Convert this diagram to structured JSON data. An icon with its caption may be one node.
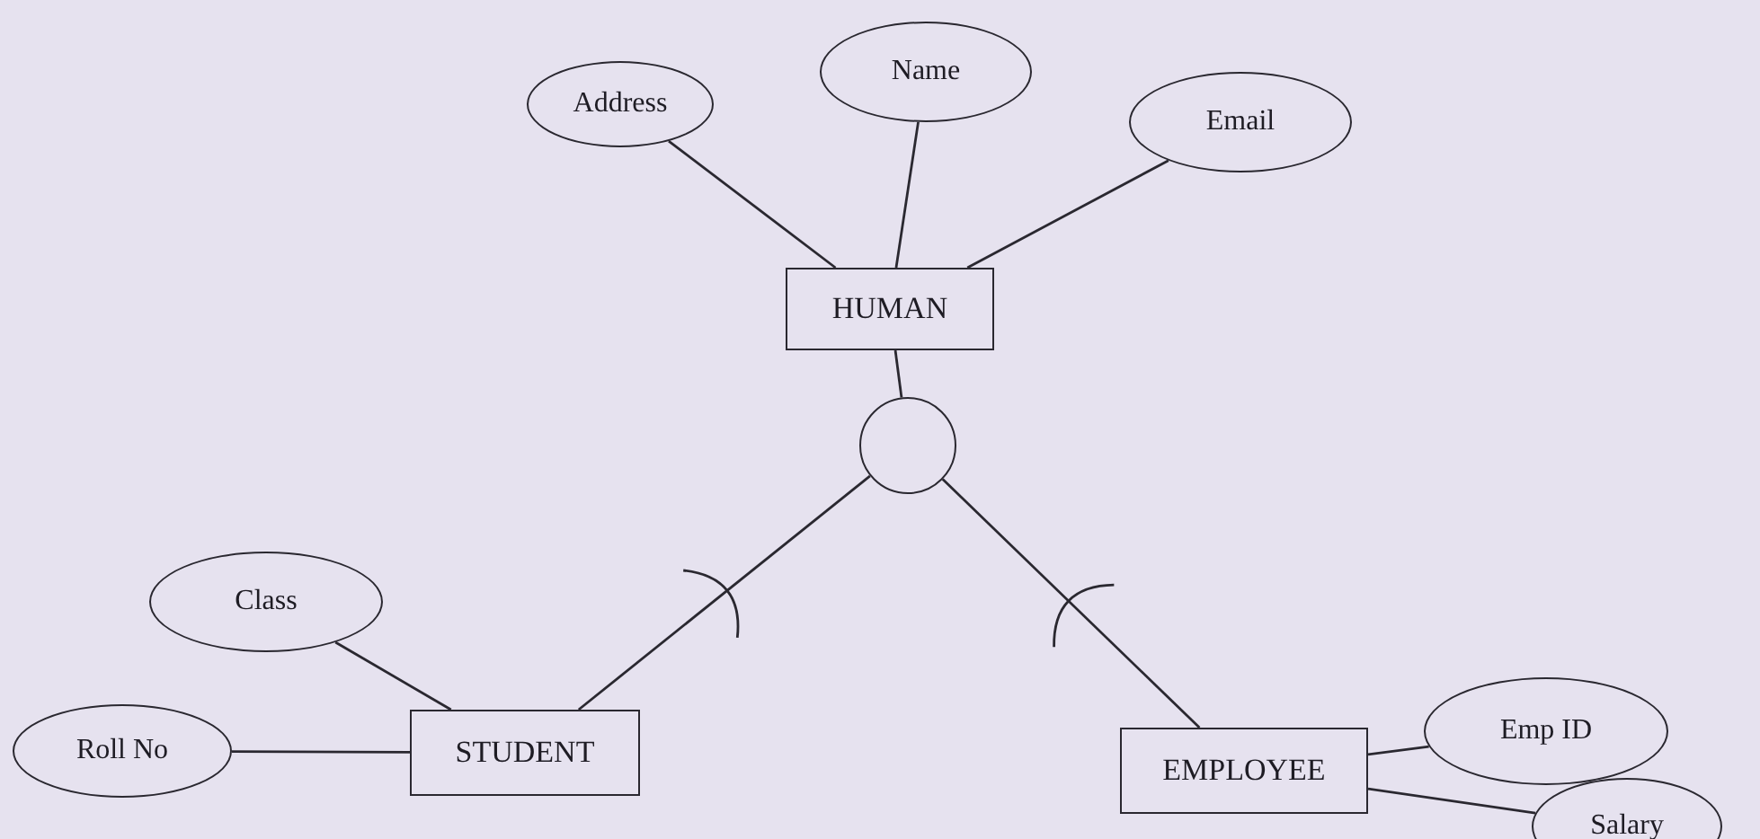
{
  "diagram": {
    "nodes": [
      {
        "text": [
          "Address"
        ]
      },
      {
        "text": [
          "Name"
        ]
      },
      {
        "text": [
          "Email"
        ]
      },
      {
        "text": [
          "HUMAN"
        ]
      },
      {
        "text": [],
        "shape": "circle"
      },
      {
        "text": [
          "Class"
        ]
      },
      {
        "text": [
          "Roll No"
        ]
      },
      {
        "text": [
          "STUDENT"
        ]
      },
      {
        "text": [
          "EMPLOYEE"
        ]
      },
      {
        "text": [
          "Emp ID"
        ]
      },
      {
        "text": [
          "Salary"
        ]
      }
    ],
    "edges": [
      {
        "from": 0,
        "to": 3,
        "arrow": "none"
      },
      {
        "from": 1,
        "to": 3,
        "arrow": "none"
      },
      {
        "from": 2,
        "to": 3,
        "arrow": "none"
      },
      {
        "from": 3,
        "to": 4,
        "arrow": "none"
      },
      {
        "from": 4,
        "to": 7,
        "arrow": "none"
      },
      {
        "from": 4,
        "to": 8,
        "arrow": "none"
      },
      {
        "from": 5,
        "to": 7,
        "arrow": "none"
      },
      {
        "from": 6,
        "to": 7,
        "arrow": "none"
      },
      {
        "from": 9,
        "to": 8,
        "arrow": "none"
      },
      {
        "from": 8,
        "to": 10,
        "arrow": "none"
      }
    ]
  }
}
